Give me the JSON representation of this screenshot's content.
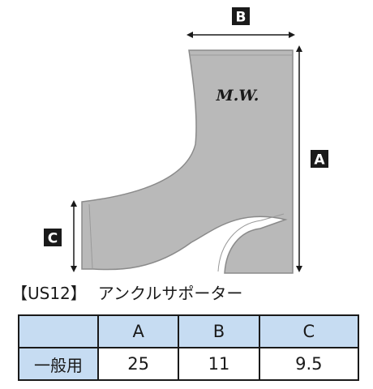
{
  "labels": {
    "a": "A",
    "b": "B",
    "c": "C"
  },
  "logo": "M.W.",
  "product": {
    "size_tag": "【US12】",
    "name": "アンクルサポーター"
  },
  "table": {
    "columns": [
      "A",
      "B",
      "C"
    ],
    "rows": [
      {
        "label": "一般用",
        "values": [
          "25",
          "11",
          "9.5"
        ]
      }
    ]
  },
  "colors": {
    "sleeve_fill": "#b9b9b9",
    "sleeve_stroke": "#8a8a8a",
    "table_header": "#c6dcf2",
    "label_box": "#1a1a1a"
  }
}
